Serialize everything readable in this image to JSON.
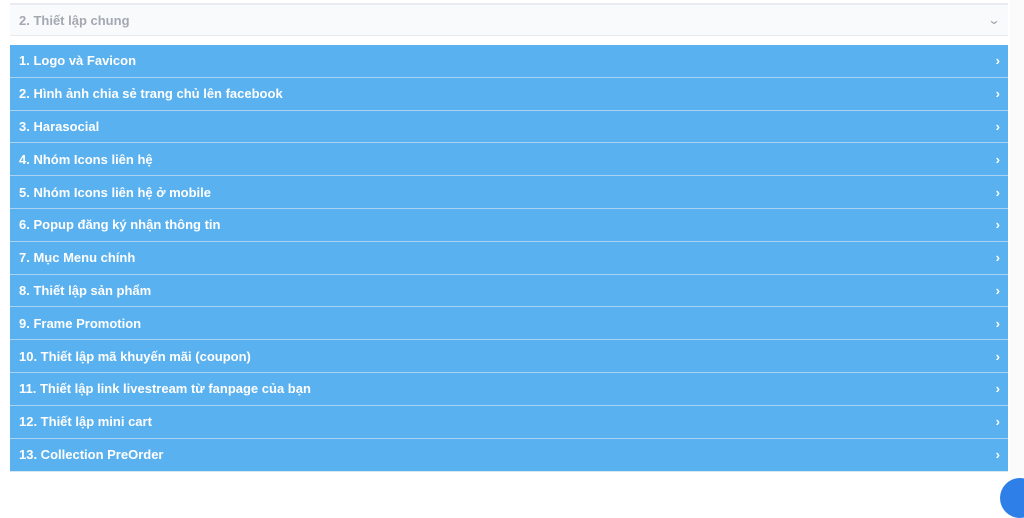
{
  "section": {
    "title": "2. Thiết lập chung",
    "icon": "chevron-down-icon"
  },
  "items": [
    {
      "label": "1. Logo và Favicon"
    },
    {
      "label": "2. Hình ảnh chia sẻ trang chủ lên facebook"
    },
    {
      "label": "3. Harasocial"
    },
    {
      "label": "4. Nhóm Icons liên hệ"
    },
    {
      "label": "5. Nhóm Icons liên hệ ở mobile"
    },
    {
      "label": "6. Popup đăng ký nhận thông tin"
    },
    {
      "label": "7. Mục Menu chính"
    },
    {
      "label": "8. Thiết lập sản phẩm"
    },
    {
      "label": "9. Frame Promotion"
    },
    {
      "label": "10. Thiết lập mã khuyến mãi (coupon)"
    },
    {
      "label": "11. Thiết lập link livestream từ fanpage của bạn"
    },
    {
      "label": "12. Thiết lập mini cart"
    },
    {
      "label": "13. Collection PreOrder"
    }
  ],
  "colors": {
    "accent": "#5ab1ef",
    "header_text": "#a3a9b2"
  }
}
